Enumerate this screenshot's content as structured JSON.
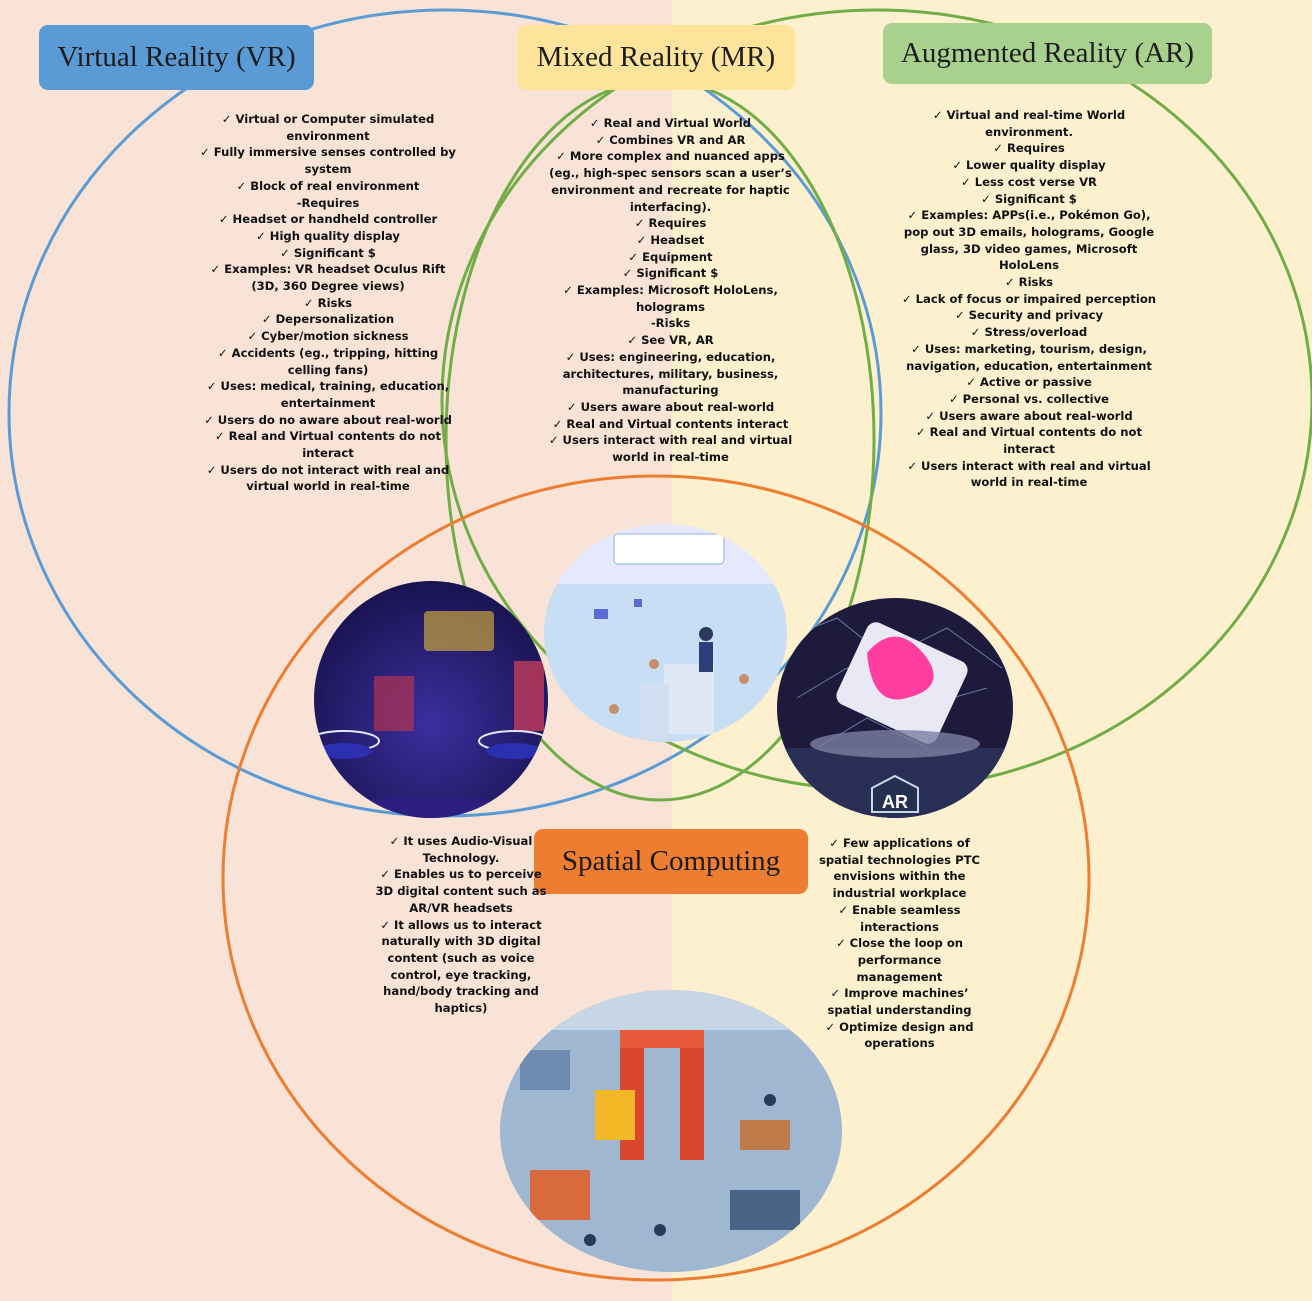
{
  "colors": {
    "vr": "#5b9bd5",
    "mr": "#fde49a",
    "ar": "#a9d18e",
    "sc": "#ed7d31",
    "vr_ring": "#5b9bd5",
    "mr_ring": "#70ad47",
    "ar_ring": "#70ad47",
    "sc_ring": "#ed7d31"
  },
  "titles": {
    "vr": "Virtual Reality (VR)",
    "mr": "Mixed Reality (MR)",
    "ar": "Augmented Reality (AR)",
    "sc": "Spatial Computing"
  },
  "images": {
    "vr": "vr-headset-illustration",
    "mr": "mixed-reality-illustration",
    "ar": "ar-phone-illustration",
    "sc": "smart-factory-illustration",
    "ar_badge": "AR"
  },
  "lists": {
    "vr": [
      {
        "check": true,
        "text": "Virtual or Computer simulated environment"
      },
      {
        "check": true,
        "text": "Fully immersive senses controlled by system"
      },
      {
        "check": true,
        "text": "Block of real environment"
      },
      {
        "check": false,
        "text": "-Requires"
      },
      {
        "check": true,
        "text": "Headset or handheld controller"
      },
      {
        "check": true,
        "text": "High quality display"
      },
      {
        "check": true,
        "text": "Significant $"
      },
      {
        "check": true,
        "text": "Examples: VR headset Oculus Rift (3D, 360 Degree views)"
      },
      {
        "check": true,
        "text": "Risks"
      },
      {
        "check": true,
        "text": "Depersonalization"
      },
      {
        "check": true,
        "text": "Cyber/motion sickness"
      },
      {
        "check": true,
        "text": "Accidents (eg., tripping, hitting celling fans)"
      },
      {
        "check": true,
        "text": "Uses: medical, training, education, entertainment"
      },
      {
        "check": true,
        "text": "Users do no aware about real-world"
      },
      {
        "check": true,
        "text": "Real and Virtual contents do not interact"
      },
      {
        "check": true,
        "text": "Users do not interact with real and virtual world in real-time"
      }
    ],
    "mr": [
      {
        "check": true,
        "text": "Real and Virtual World"
      },
      {
        "check": true,
        "text": "Combines VR and AR"
      },
      {
        "check": true,
        "text": "More complex and nuanced apps (eg., high-spec sensors scan a user’s environment and recreate for haptic interfacing)."
      },
      {
        "check": true,
        "text": "Requires"
      },
      {
        "check": true,
        "text": "Headset"
      },
      {
        "check": true,
        "text": "Equipment"
      },
      {
        "check": true,
        "text": "Significant $"
      },
      {
        "check": true,
        "text": "Examples: Microsoft HoloLens, holograms"
      },
      {
        "check": false,
        "text": "-Risks"
      },
      {
        "check": true,
        "text": "See VR, AR"
      },
      {
        "check": true,
        "text": "Uses: engineering, education, architectures, military, business, manufacturing"
      },
      {
        "check": true,
        "text": "Users aware about real-world"
      },
      {
        "check": true,
        "text": "Real and Virtual contents interact"
      },
      {
        "check": true,
        "text": "Users interact with real and virtual world in real-time"
      }
    ],
    "ar": [
      {
        "check": true,
        "text": "Virtual and real-time World environment."
      },
      {
        "check": true,
        "text": "Requires"
      },
      {
        "check": true,
        "text": "Lower quality display"
      },
      {
        "check": true,
        "text": "Less cost verse VR"
      },
      {
        "check": true,
        "text": "Significant $"
      },
      {
        "check": true,
        "text": "Examples:  APPs(i.e., Pokémon Go), pop out 3D emails, holograms, Google glass, 3D video games, Microsoft HoloLens"
      },
      {
        "check": true,
        "text": "Risks"
      },
      {
        "check": true,
        "text": "Lack of focus or impaired perception"
      },
      {
        "check": true,
        "text": "Security and privacy"
      },
      {
        "check": true,
        "text": "Stress/overload"
      },
      {
        "check": true,
        "text": "Uses: marketing, tourism, design, navigation, education, entertainment"
      },
      {
        "check": true,
        "text": "Active or passive"
      },
      {
        "check": true,
        "text": "Personal vs. collective"
      },
      {
        "check": true,
        "text": "Users aware about real-world"
      },
      {
        "check": true,
        "text": "Real and Virtual contents do not interact"
      },
      {
        "check": true,
        "text": "Users interact with real and virtual world in real-time"
      }
    ],
    "sc_left": [
      {
        "check": true,
        "text": "It uses Audio-Visual Technology."
      },
      {
        "check": true,
        "text": "Enables us to perceive 3D digital content such as AR/VR headsets"
      },
      {
        "check": true,
        "text": "It allows us to interact naturally with 3D digital content (such as voice control, eye tracking, hand/body tracking and haptics)"
      }
    ],
    "sc_right": [
      {
        "check": true,
        "text": "Few applications of spatial technologies PTC envisions within the industrial workplace"
      },
      {
        "check": true,
        "text": "Enable seamless interactions"
      },
      {
        "check": true,
        "text": "Close the loop on performance management"
      },
      {
        "check": true,
        "text": "Improve machines’ spatial understanding"
      },
      {
        "check": true,
        "text": "Optimize design and operations"
      }
    ]
  }
}
